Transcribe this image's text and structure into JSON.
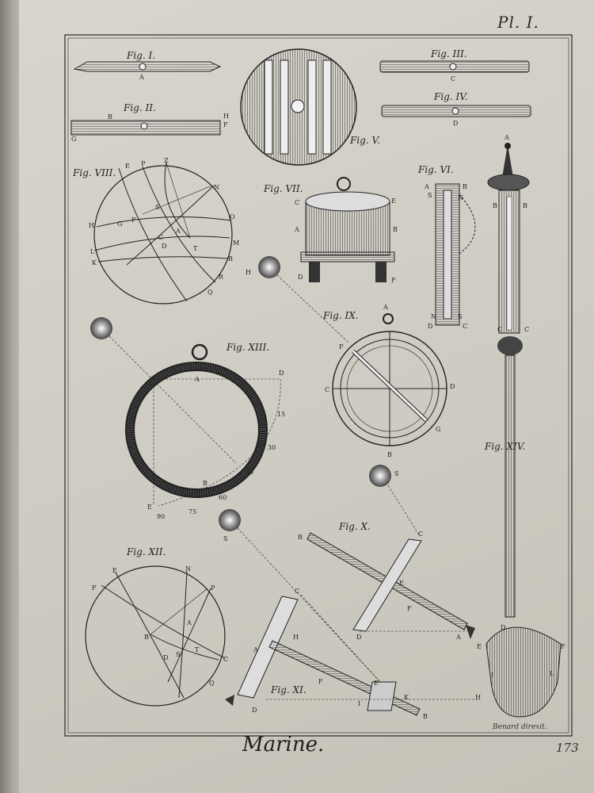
{
  "plate": {
    "number": "Pl. I.",
    "title": "Marine.",
    "engraver": "Benard direxit.",
    "page_number": "173"
  },
  "figures": {
    "I": {
      "caption": "Fig. I.",
      "labels": [
        "A"
      ]
    },
    "II": {
      "caption": "Fig. II.",
      "labels": [
        "B",
        "H",
        "F",
        "G"
      ]
    },
    "III": {
      "caption": "Fig. III.",
      "labels": [
        "C"
      ]
    },
    "IV": {
      "caption": "Fig. IV.",
      "labels": [
        "D"
      ]
    },
    "V": {
      "caption": "Fig. V."
    },
    "VI": {
      "caption": "Fig. VI.",
      "labels": [
        "A",
        "B",
        "S",
        "N",
        "N",
        "S",
        "D",
        "C"
      ]
    },
    "VII": {
      "caption": "Fig. VII.",
      "labels": [
        "C",
        "E",
        "A",
        "B",
        "D",
        "F",
        "H"
      ]
    },
    "VIII": {
      "caption": "Fig. VIII.",
      "labels": [
        "E",
        "P",
        "Z",
        "N",
        "H",
        "G",
        "F",
        "S",
        "O",
        "C",
        "A",
        "D",
        "L",
        "T",
        "M",
        "K",
        "B",
        "R",
        "Q"
      ]
    },
    "IX": {
      "caption": "Fig. IX.",
      "labels": [
        "A",
        "F",
        "C",
        "D",
        "G",
        "B"
      ]
    },
    "X": {
      "caption": "Fig. X.",
      "labels": [
        "S",
        "C",
        "B",
        "E",
        "F",
        "H",
        "D",
        "A",
        "E"
      ]
    },
    "XI": {
      "caption": "Fig. XI.",
      "labels": [
        "S",
        "C",
        "A",
        "F",
        "E",
        "H",
        "I",
        "K",
        "D",
        "B"
      ]
    },
    "XII": {
      "caption": "Fig. XII.",
      "labels": [
        "E",
        "N",
        "F",
        "P",
        "A",
        "B",
        "D",
        "S",
        "T",
        "C",
        "Q"
      ]
    },
    "XIII": {
      "caption": "Fig. XIII.",
      "labels": [
        "D",
        "C",
        "A",
        "B",
        "E"
      ],
      "scale": [
        "15",
        "30",
        "45",
        "60",
        "75",
        "90"
      ]
    },
    "XIV": {
      "caption": "Fig. XIV.",
      "labels": [
        "A",
        "B",
        "B",
        "C",
        "C",
        "D",
        "I",
        "L",
        "F"
      ]
    }
  }
}
